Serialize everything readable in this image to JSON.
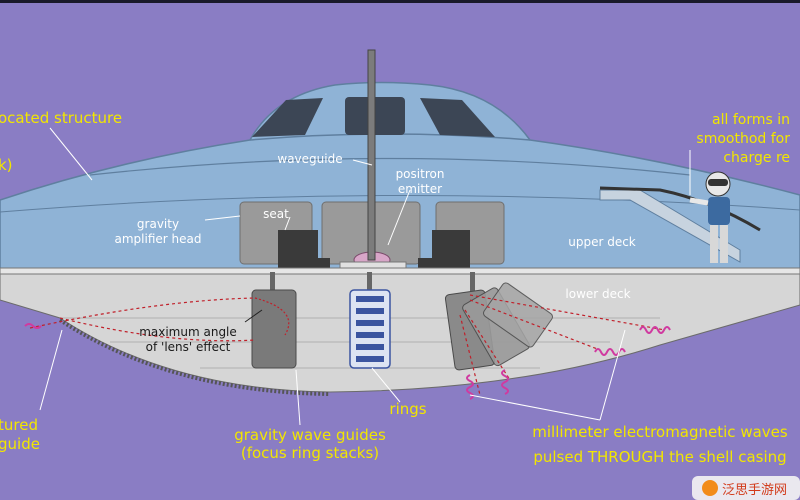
{
  "colors": {
    "background": "#8a7dc4",
    "hull_upper": "#8fb3d6",
    "hull_lower": "#d6d6d6",
    "label_yellow": "#f2e600",
    "wave_magenta": "#d03aa0"
  },
  "labels": {
    "top_left_1": "ocated structure",
    "top_left_2": "k)",
    "top_right_1": "all forms in",
    "top_right_2": "smoothod for",
    "top_right_3": "charge re",
    "waveguide": "waveguide",
    "positron_1": "positron",
    "positron_2": "emitter",
    "seat": "seat",
    "gravity_amp_1": "gravity",
    "gravity_amp_2": "amplifier head",
    "upper_deck": "upper deck",
    "lower_deck": "lower deck",
    "max_angle_1": "maximum angle",
    "max_angle_2": "of 'lens' effect",
    "rings": "rings",
    "bottom_left_1": "tured",
    "bottom_left_2": "guide",
    "gravity_wave_1": "gravity wave guides",
    "gravity_wave_2": "(focus ring stacks)",
    "mm_waves_1": "millimeter electromagnetic waves",
    "mm_waves_2": "pulsed THROUGH the shell casing",
    "watermark": "泛思手游网"
  }
}
